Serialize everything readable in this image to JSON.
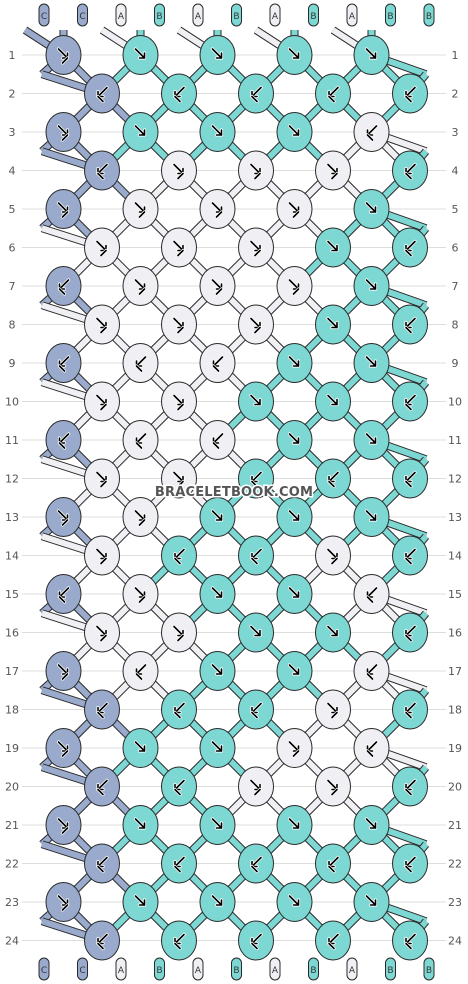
{
  "site_watermark": "BRACELETBOOK.COM",
  "colors": {
    "C": "#99aacc",
    "A": "#f0eff3",
    "B": "#7dd8d3",
    "outline": "#2a2a2a",
    "grid": "#bbbbbb",
    "arrow": "#000000"
  },
  "strings_top": [
    "C",
    "C",
    "A",
    "B",
    "A",
    "B",
    "A",
    "B",
    "A",
    "B",
    "B"
  ],
  "strings_bottom": [
    "C",
    "C",
    "A",
    "B",
    "A",
    "B",
    "A",
    "B",
    "A",
    "B",
    "B"
  ],
  "row_numbers": [
    "1",
    "2",
    "3",
    "4",
    "5",
    "6",
    "7",
    "8",
    "9",
    "10",
    "11",
    "12",
    "13",
    "14",
    "15",
    "16",
    "17",
    "18",
    "19",
    "20",
    "21",
    "22",
    "23",
    "24"
  ],
  "knots": [
    [
      [
        "C",
        "fb"
      ],
      [
        "B",
        "f"
      ],
      [
        "B",
        "f"
      ],
      [
        "B",
        "f"
      ],
      [
        "B",
        "f"
      ]
    ],
    [
      [
        "C",
        "bf"
      ],
      [
        "B",
        "bf"
      ],
      [
        "B",
        "bf"
      ],
      [
        "B",
        "bf"
      ],
      [
        "B",
        "bf"
      ]
    ],
    [
      [
        "C",
        "fb"
      ],
      [
        "B",
        "f"
      ],
      [
        "B",
        "f"
      ],
      [
        "B",
        "f"
      ],
      [
        "A",
        "bf"
      ]
    ],
    [
      [
        "C",
        "bf"
      ],
      [
        "A",
        "fb"
      ],
      [
        "A",
        "fb"
      ],
      [
        "A",
        "fb"
      ],
      [
        "B",
        "bf"
      ]
    ],
    [
      [
        "C",
        "fb"
      ],
      [
        "A",
        "fb"
      ],
      [
        "A",
        "fb"
      ],
      [
        "A",
        "fb"
      ],
      [
        "B",
        "f"
      ]
    ],
    [
      [
        "A",
        "fb"
      ],
      [
        "A",
        "fb"
      ],
      [
        "A",
        "fb"
      ],
      [
        "B",
        "f"
      ],
      [
        "B",
        "bf"
      ]
    ],
    [
      [
        "C",
        "bf"
      ],
      [
        "A",
        "fb"
      ],
      [
        "A",
        "fb"
      ],
      [
        "A",
        "fb"
      ],
      [
        "B",
        "f"
      ]
    ],
    [
      [
        "A",
        "fb"
      ],
      [
        "A",
        "fb"
      ],
      [
        "A",
        "fb"
      ],
      [
        "B",
        "f"
      ],
      [
        "B",
        "bf"
      ]
    ],
    [
      [
        "C",
        "bf"
      ],
      [
        "A",
        "bf"
      ],
      [
        "A",
        "bf"
      ],
      [
        "B",
        "f"
      ],
      [
        "B",
        "f"
      ]
    ],
    [
      [
        "A",
        "fb"
      ],
      [
        "A",
        "fb"
      ],
      [
        "B",
        "f"
      ],
      [
        "B",
        "f"
      ],
      [
        "B",
        "bf"
      ]
    ],
    [
      [
        "C",
        "bf"
      ],
      [
        "A",
        "bf"
      ],
      [
        "A",
        "bf"
      ],
      [
        "B",
        "f"
      ],
      [
        "B",
        "f"
      ]
    ],
    [
      [
        "A",
        "fb"
      ],
      [
        "A",
        "fb"
      ],
      [
        "B",
        "bf"
      ],
      [
        "B",
        "bf"
      ],
      [
        "B",
        "bf"
      ]
    ],
    [
      [
        "C",
        "fb"
      ],
      [
        "A",
        "fb"
      ],
      [
        "B",
        "f"
      ],
      [
        "B",
        "f"
      ],
      [
        "B",
        "f"
      ]
    ],
    [
      [
        "A",
        "fb"
      ],
      [
        "B",
        "bf"
      ],
      [
        "B",
        "bf"
      ],
      [
        "A",
        "fb"
      ],
      [
        "B",
        "bf"
      ]
    ],
    [
      [
        "C",
        "bf"
      ],
      [
        "A",
        "fb"
      ],
      [
        "B",
        "f"
      ],
      [
        "B",
        "f"
      ],
      [
        "A",
        "bf"
      ]
    ],
    [
      [
        "A",
        "fb"
      ],
      [
        "A",
        "fb"
      ],
      [
        "B",
        "f"
      ],
      [
        "B",
        "f"
      ],
      [
        "B",
        "bf"
      ]
    ],
    [
      [
        "C",
        "fb"
      ],
      [
        "A",
        "bf"
      ],
      [
        "B",
        "f"
      ],
      [
        "B",
        "f"
      ],
      [
        "A",
        "bf"
      ]
    ],
    [
      [
        "C",
        "bf"
      ],
      [
        "B",
        "bf"
      ],
      [
        "B",
        "bf"
      ],
      [
        "A",
        "fb"
      ],
      [
        "B",
        "bf"
      ]
    ],
    [
      [
        "C",
        "fb"
      ],
      [
        "B",
        "f"
      ],
      [
        "B",
        "f"
      ],
      [
        "A",
        "fb"
      ],
      [
        "A",
        "bf"
      ]
    ],
    [
      [
        "C",
        "bf"
      ],
      [
        "B",
        "bf"
      ],
      [
        "A",
        "fb"
      ],
      [
        "A",
        "fb"
      ],
      [
        "B",
        "bf"
      ]
    ],
    [
      [
        "C",
        "fb"
      ],
      [
        "B",
        "f"
      ],
      [
        "B",
        "f"
      ],
      [
        "B",
        "f"
      ],
      [
        "B",
        "f"
      ]
    ],
    [
      [
        "C",
        "bf"
      ],
      [
        "B",
        "bf"
      ],
      [
        "B",
        "bf"
      ],
      [
        "B",
        "bf"
      ],
      [
        "B",
        "bf"
      ]
    ],
    [
      [
        "C",
        "fb"
      ],
      [
        "B",
        "f"
      ],
      [
        "B",
        "f"
      ],
      [
        "B",
        "f"
      ],
      [
        "B",
        "f"
      ]
    ],
    [
      [
        "C",
        "bf"
      ],
      [
        "B",
        "bf"
      ],
      [
        "B",
        "bf"
      ],
      [
        "B",
        "bf"
      ],
      [
        "B",
        "bf"
      ]
    ]
  ]
}
